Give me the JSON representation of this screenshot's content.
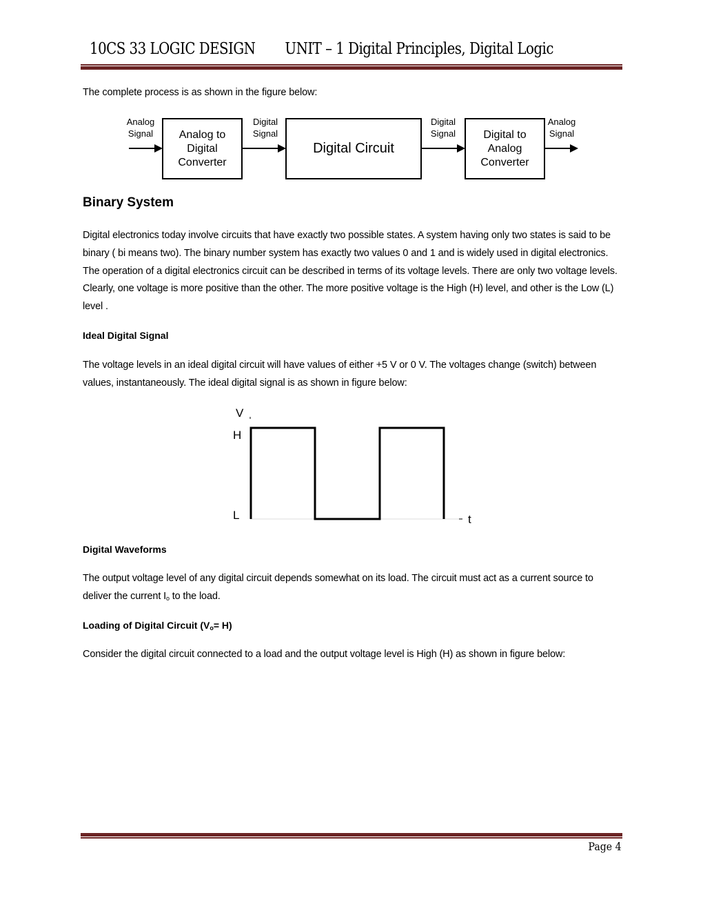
{
  "header": {
    "course": "10CS 33 LOGIC DESIGN",
    "unit": "UNIT – 1 Digital Principles, Digital Logic",
    "rule_color": "#6b2424"
  },
  "intro_text": "The complete process is as shown in the figure below:",
  "process_figure": {
    "input_label_line1": "Analog",
    "input_label_line2": "Signal",
    "adc_line1": "Analog to",
    "adc_line2": "Digital",
    "adc_line3": "Converter",
    "mid1_label_line1": "Digital",
    "mid1_label_line2": "Signal",
    "circuit_label": "Digital Circuit",
    "mid2_label_line1": "Digital",
    "mid2_label_line2": "Signal",
    "dac_line1": "Digital to",
    "dac_line2": "Analog",
    "dac_line3": "Converter",
    "output_label_line1": "Analog",
    "output_label_line2": "Signal"
  },
  "binary_system": {
    "heading": "Binary System",
    "paragraph": "Digital electronics today involve circuits that have exactly two possible states.  A system having only two states is said to be binary ( bi means two).  The binary number system has exactly two values 0 and 1 and is widely used in digital electronics.  The operation of a digital electronics circuit can be described in terms of its voltage levels.  There are only two voltage levels. Clearly, one voltage is more positive than the other.  The more positive voltage is the High (H) level, and other is the Low (L) level ."
  },
  "ideal_signal": {
    "heading": "Ideal Digital Signal",
    "paragraph": "The voltage levels in an ideal digital circuit will have values of either +5 V or 0 V.  The voltages change (switch) between values, instantaneously.  The ideal digital signal is as shown in figure below:"
  },
  "waveform_figure": {
    "y_axis_label": "V",
    "high_label": "H",
    "low_label": "L",
    "x_axis_label": "t",
    "levels": [
      "H",
      "L",
      "H"
    ]
  },
  "digital_waveforms": {
    "heading": "Digital Waveforms",
    "paragraph_before_sub": "The output voltage level of any digital circuit depends somewhat on its load.  The circuit must act as a current source to deliver the current I",
    "subscript": "o",
    "paragraph_after_sub": " to the load."
  },
  "loading": {
    "heading_before_sub": "Loading of Digital Circuit (V",
    "heading_sub": "o",
    "heading_after_sub": "= H)",
    "paragraph": "Consider the digital circuit connected to a load and the output voltage level is High (H) as shown in figure below:"
  },
  "footer": {
    "page_label": "Page 4"
  }
}
